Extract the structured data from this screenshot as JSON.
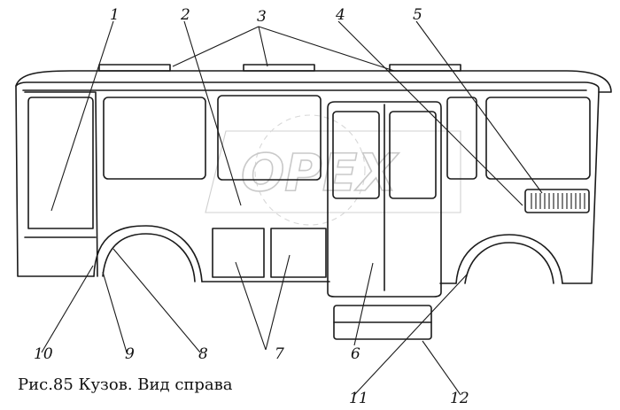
{
  "diagram": {
    "caption": "Рис.85 Кузов. Вид справа",
    "watermark_text": "OPEX",
    "callouts": [
      "1",
      "2",
      "3",
      "4",
      "5",
      "6",
      "7",
      "8",
      "9",
      "10",
      "11",
      "12"
    ]
  },
  "colors": {
    "ink": "#1a1a1a",
    "watermark": "#c9c9c9",
    "background": "#ffffff"
  }
}
